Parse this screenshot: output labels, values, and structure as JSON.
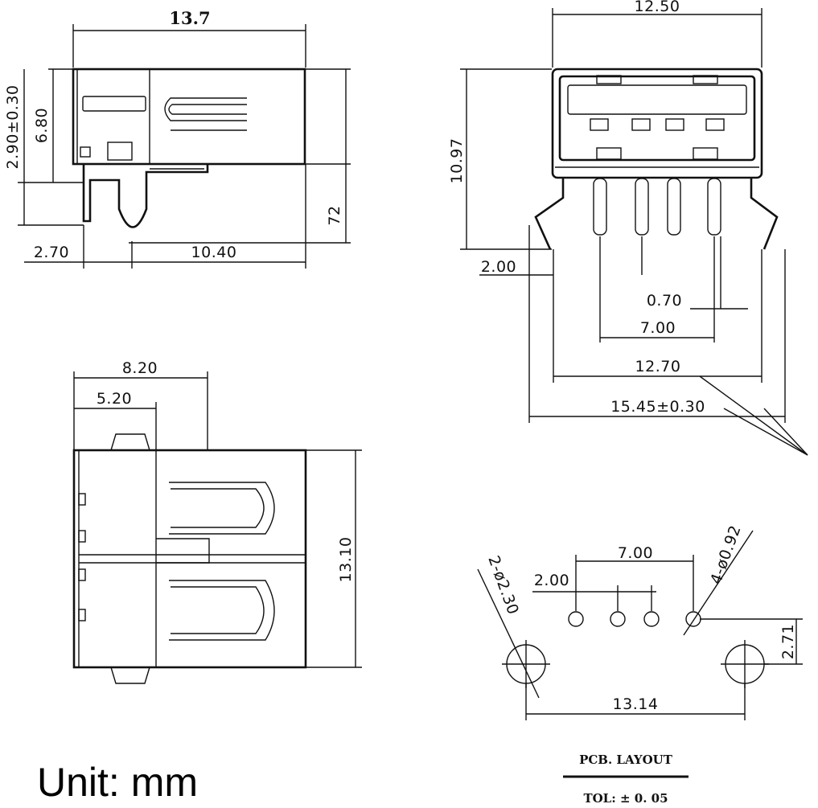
{
  "unit_label": "Unit: mm",
  "views": {
    "side": {
      "width": "13.7",
      "tab": "2.90±0.30",
      "body_height": "6.80",
      "pin_offset": "2.70",
      "pin_length": "10.40",
      "total_height": "72"
    },
    "front": {
      "width": "12.50",
      "height": "10.97",
      "pin_offset": "2.00",
      "pin_width": "0.70",
      "pin_span": "7.00",
      "leg_span": "12.70",
      "total_width": "15.45±0.30"
    },
    "top": {
      "depth": "8.20",
      "depth_inner": "5.20",
      "height": "13.10"
    },
    "pcb": {
      "pin_spacing_total": "7.00",
      "pin_spacing": "2.00",
      "hole_label": "4-ø0.92",
      "mount_hole_label": "2-ø2.30",
      "offset": "2.71",
      "mount_spacing": "13.14",
      "title": "PCB. LAYOUT",
      "tolerance": "TOL: ± 0. 05"
    }
  }
}
